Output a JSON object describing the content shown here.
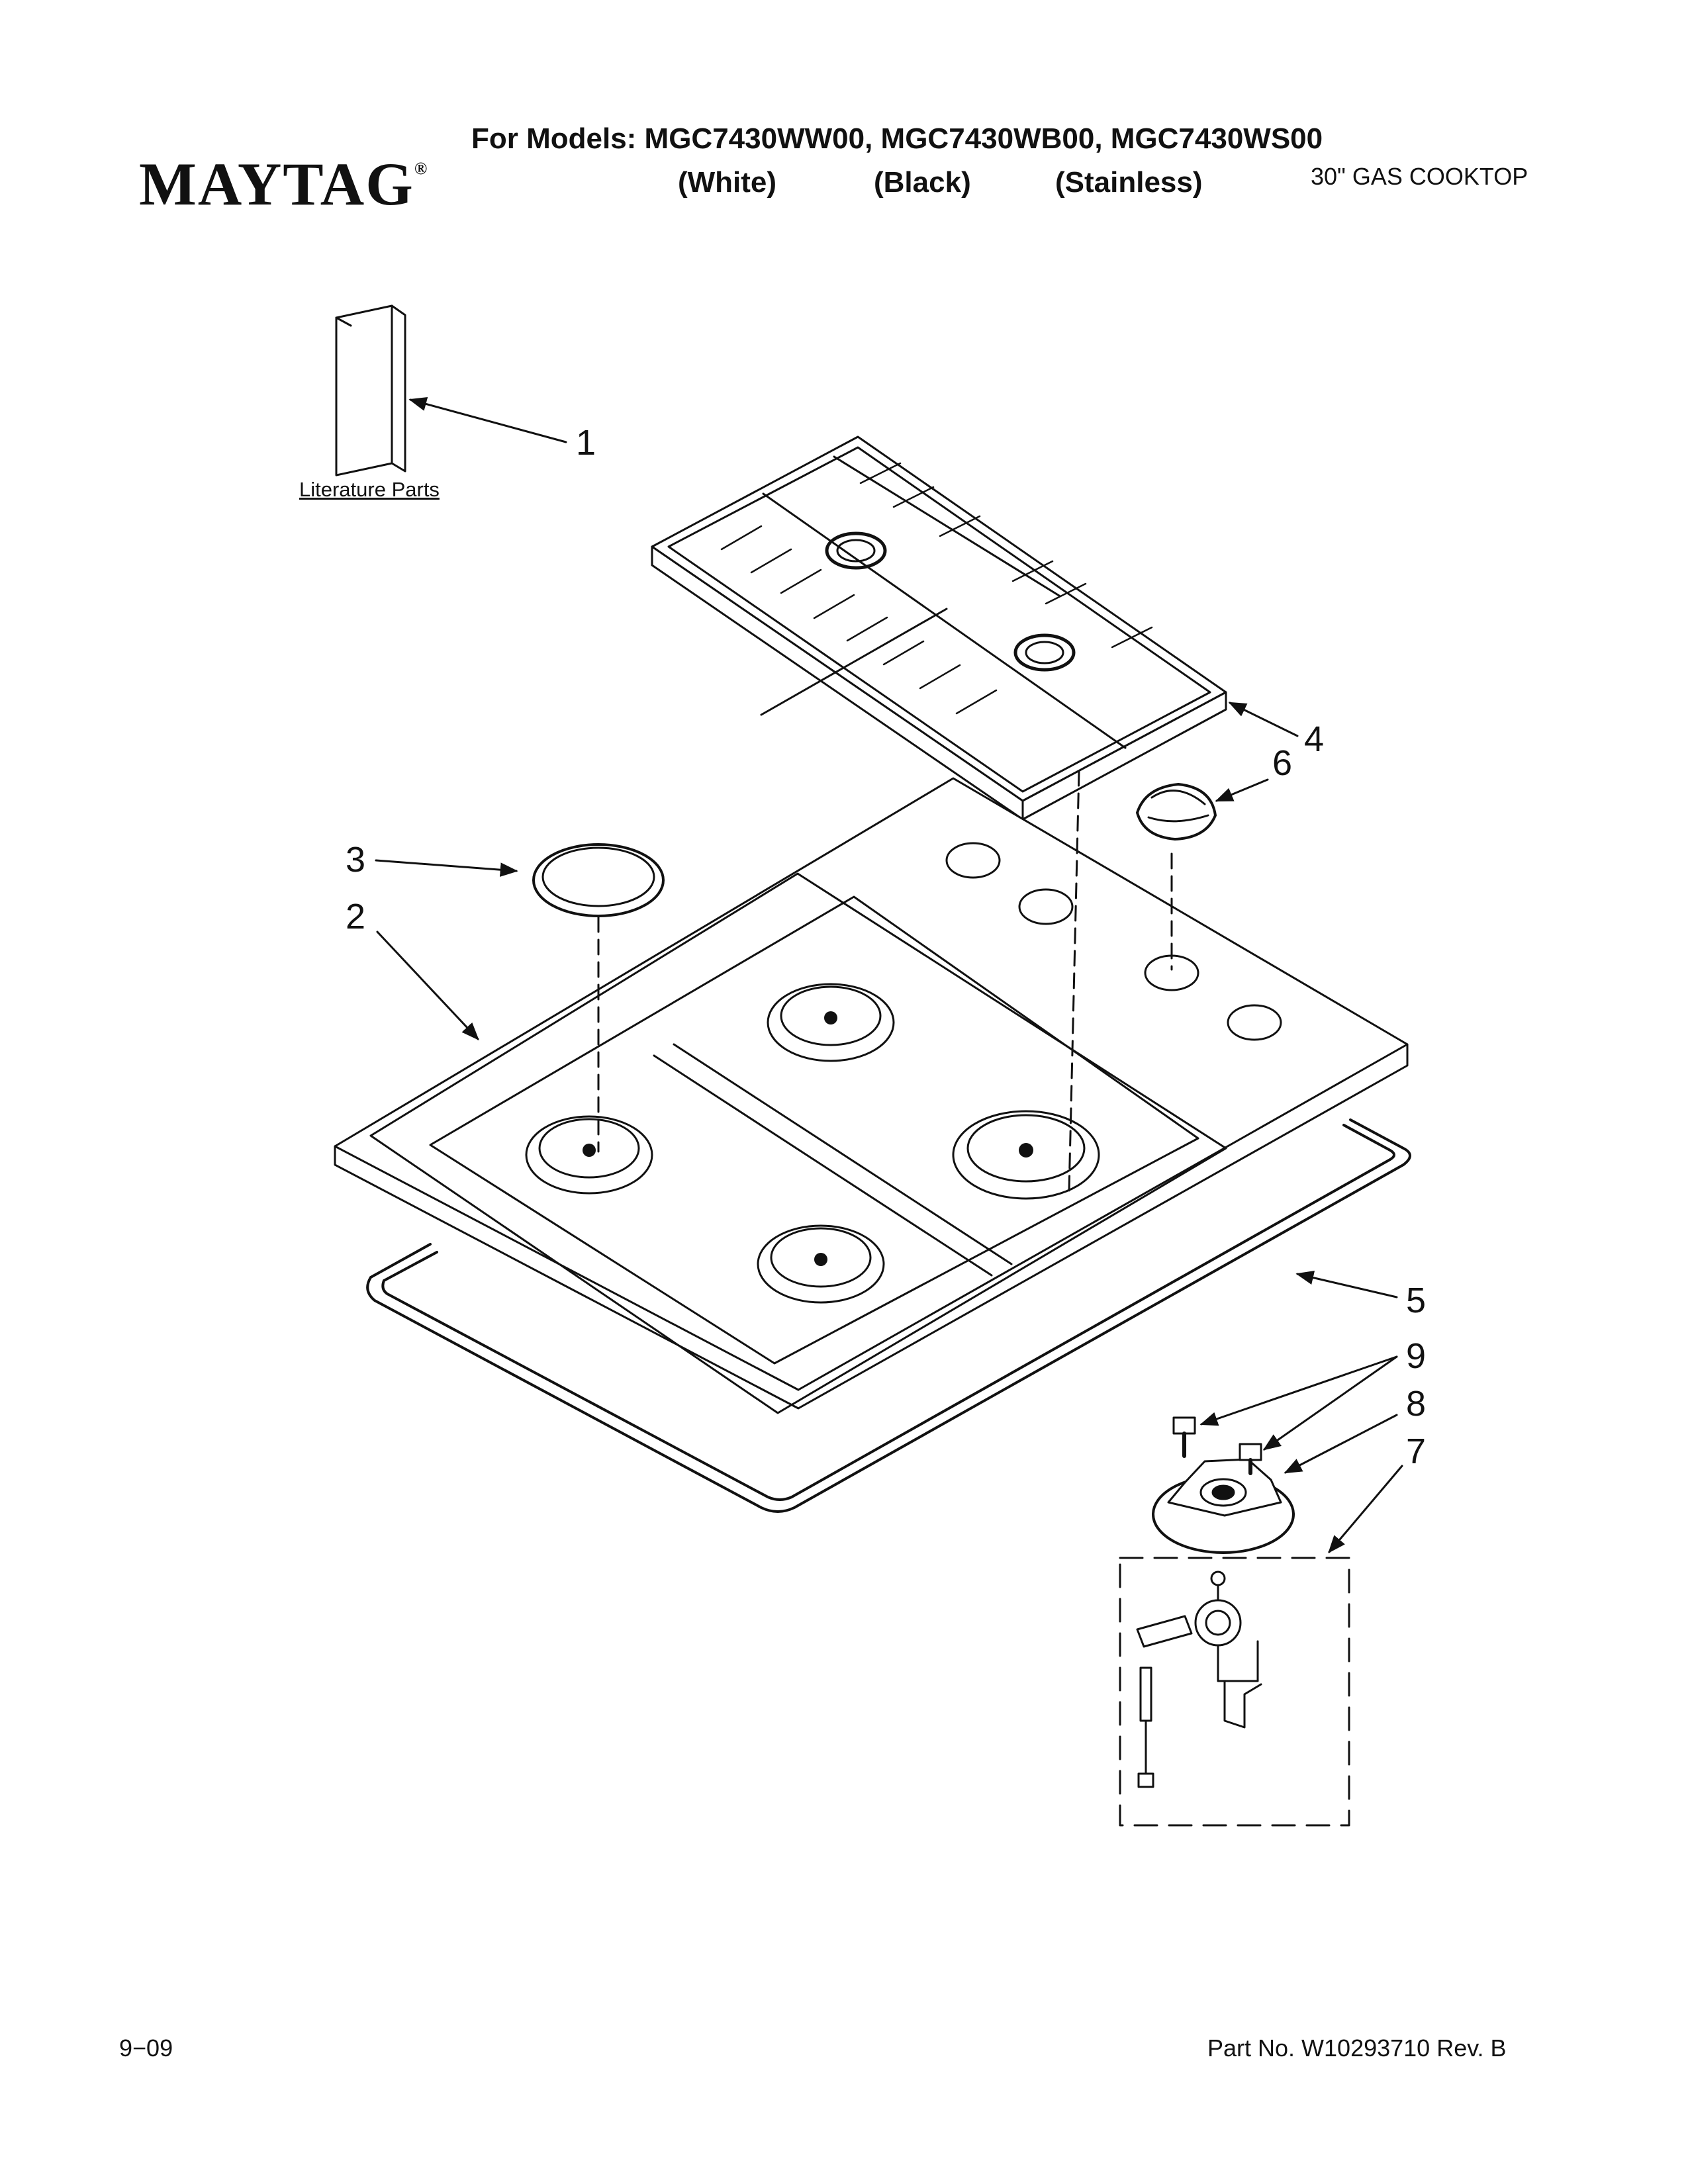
{
  "header": {
    "brand": "MAYTAG",
    "brand_mark": "®",
    "models_line": "For Models: MGC7430WW00, MGC7430WB00, MGC7430WS00",
    "colors": [
      "(White)",
      "(Black)",
      "(Stainless)"
    ],
    "product": "30\" GAS COOKTOP"
  },
  "diagram": {
    "literature_label": "Literature Parts",
    "callouts": [
      "1",
      "2",
      "3",
      "4",
      "5",
      "6",
      "7",
      "8",
      "9"
    ]
  },
  "footer": {
    "date": "9−09",
    "part_number": "Part No. W10293710 Rev. B"
  }
}
